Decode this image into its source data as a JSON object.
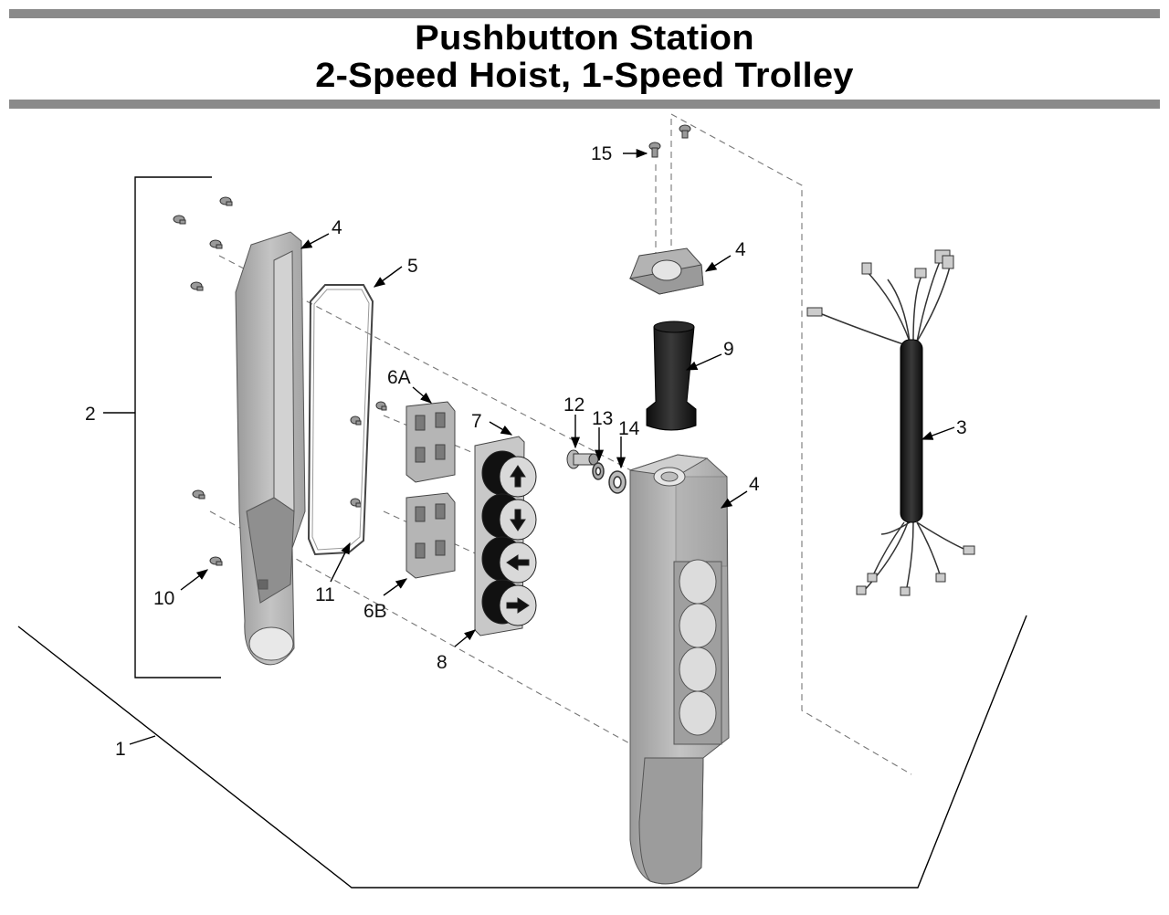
{
  "title": {
    "line1": "Pushbutton Station",
    "line2": "2-Speed Hoist, 1-Speed Trolley"
  },
  "callouts": {
    "c1": "1",
    "c2": "2",
    "c3": "3",
    "c4_top_cover": "4",
    "c4_cap": "4",
    "c4_enclosure": "4",
    "c5": "5",
    "c6a": "6A",
    "c6b": "6B",
    "c7": "7",
    "c8": "8",
    "c9": "9",
    "c10": "10",
    "c11": "11",
    "c12": "12",
    "c13": "13",
    "c14": "14",
    "c15": "15"
  },
  "button_icons": [
    "arrow-up-icon",
    "arrow-down-icon",
    "arrow-left-icon",
    "arrow-right-icon"
  ],
  "colors": {
    "rule": "#8a8a8a",
    "part_fill": "#b9b9b9",
    "part_dark": "#8c8c8c",
    "boot": "#1a1a1a"
  }
}
